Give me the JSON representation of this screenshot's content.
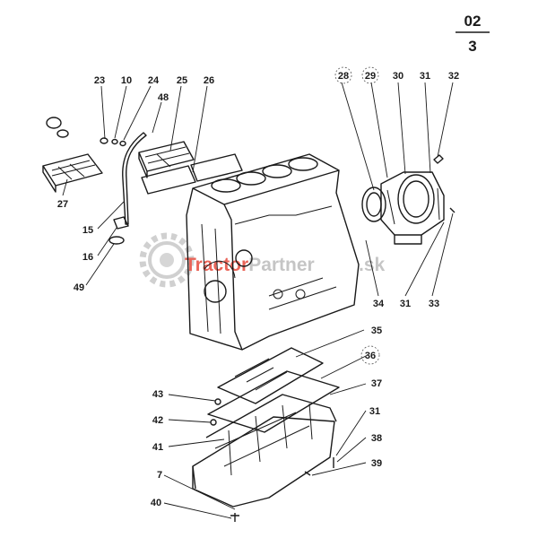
{
  "page": {
    "section": "02",
    "sheet": "3"
  },
  "watermark": {
    "brand": "TractorPartner",
    "domain": ".sk",
    "color_red": "#e64a3c",
    "color_gray": "#bcbcbc"
  },
  "callouts": [
    {
      "id": "c23",
      "text": "23"
    },
    {
      "id": "c10",
      "text": "10"
    },
    {
      "id": "c24",
      "text": "24"
    },
    {
      "id": "c48",
      "text": "48"
    },
    {
      "id": "c25",
      "text": "25"
    },
    {
      "id": "c26",
      "text": "26"
    },
    {
      "id": "c27",
      "text": "27"
    },
    {
      "id": "c15",
      "text": "15"
    },
    {
      "id": "c16",
      "text": "16"
    },
    {
      "id": "c49",
      "text": "49"
    },
    {
      "id": "c28",
      "text": "28"
    },
    {
      "id": "c29",
      "text": "29"
    },
    {
      "id": "c30",
      "text": "30"
    },
    {
      "id": "c31a",
      "text": "31"
    },
    {
      "id": "c32",
      "text": "32"
    },
    {
      "id": "c34",
      "text": "34"
    },
    {
      "id": "c31b",
      "text": "31"
    },
    {
      "id": "c33",
      "text": "33"
    },
    {
      "id": "c35",
      "text": "35"
    },
    {
      "id": "c36",
      "text": "36"
    },
    {
      "id": "c37",
      "text": "37"
    },
    {
      "id": "c43",
      "text": "43"
    },
    {
      "id": "c42",
      "text": "42"
    },
    {
      "id": "c41",
      "text": "41"
    },
    {
      "id": "c31c",
      "text": "31"
    },
    {
      "id": "c38",
      "text": "38"
    },
    {
      "id": "c39",
      "text": "39"
    },
    {
      "id": "c7",
      "text": "7"
    },
    {
      "id": "c40",
      "text": "40"
    }
  ]
}
